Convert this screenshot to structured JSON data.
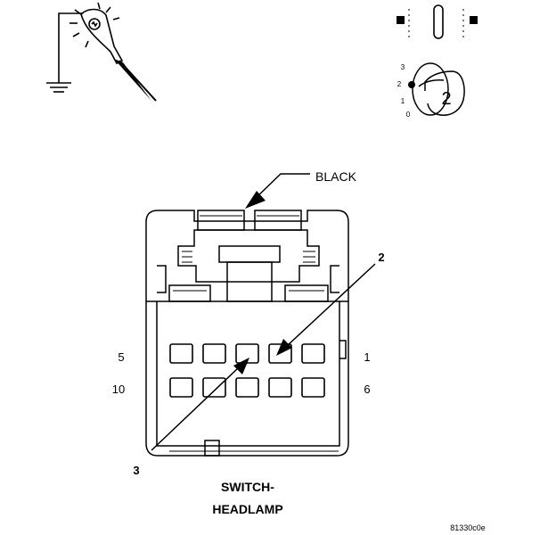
{
  "connector": {
    "color_label": "BLACK",
    "name_line1": "SWITCH-",
    "name_line2": "HEADLAMP"
  },
  "pin_labels": {
    "top_left": "5",
    "top_right": "1",
    "bottom_left": "10",
    "bottom_right": "6"
  },
  "callouts": {
    "upper": "2",
    "lower": "3"
  },
  "ignition": {
    "positions": [
      "3",
      "2",
      "1",
      "0"
    ],
    "key_number": "2"
  },
  "figure_id": "81330c0e"
}
